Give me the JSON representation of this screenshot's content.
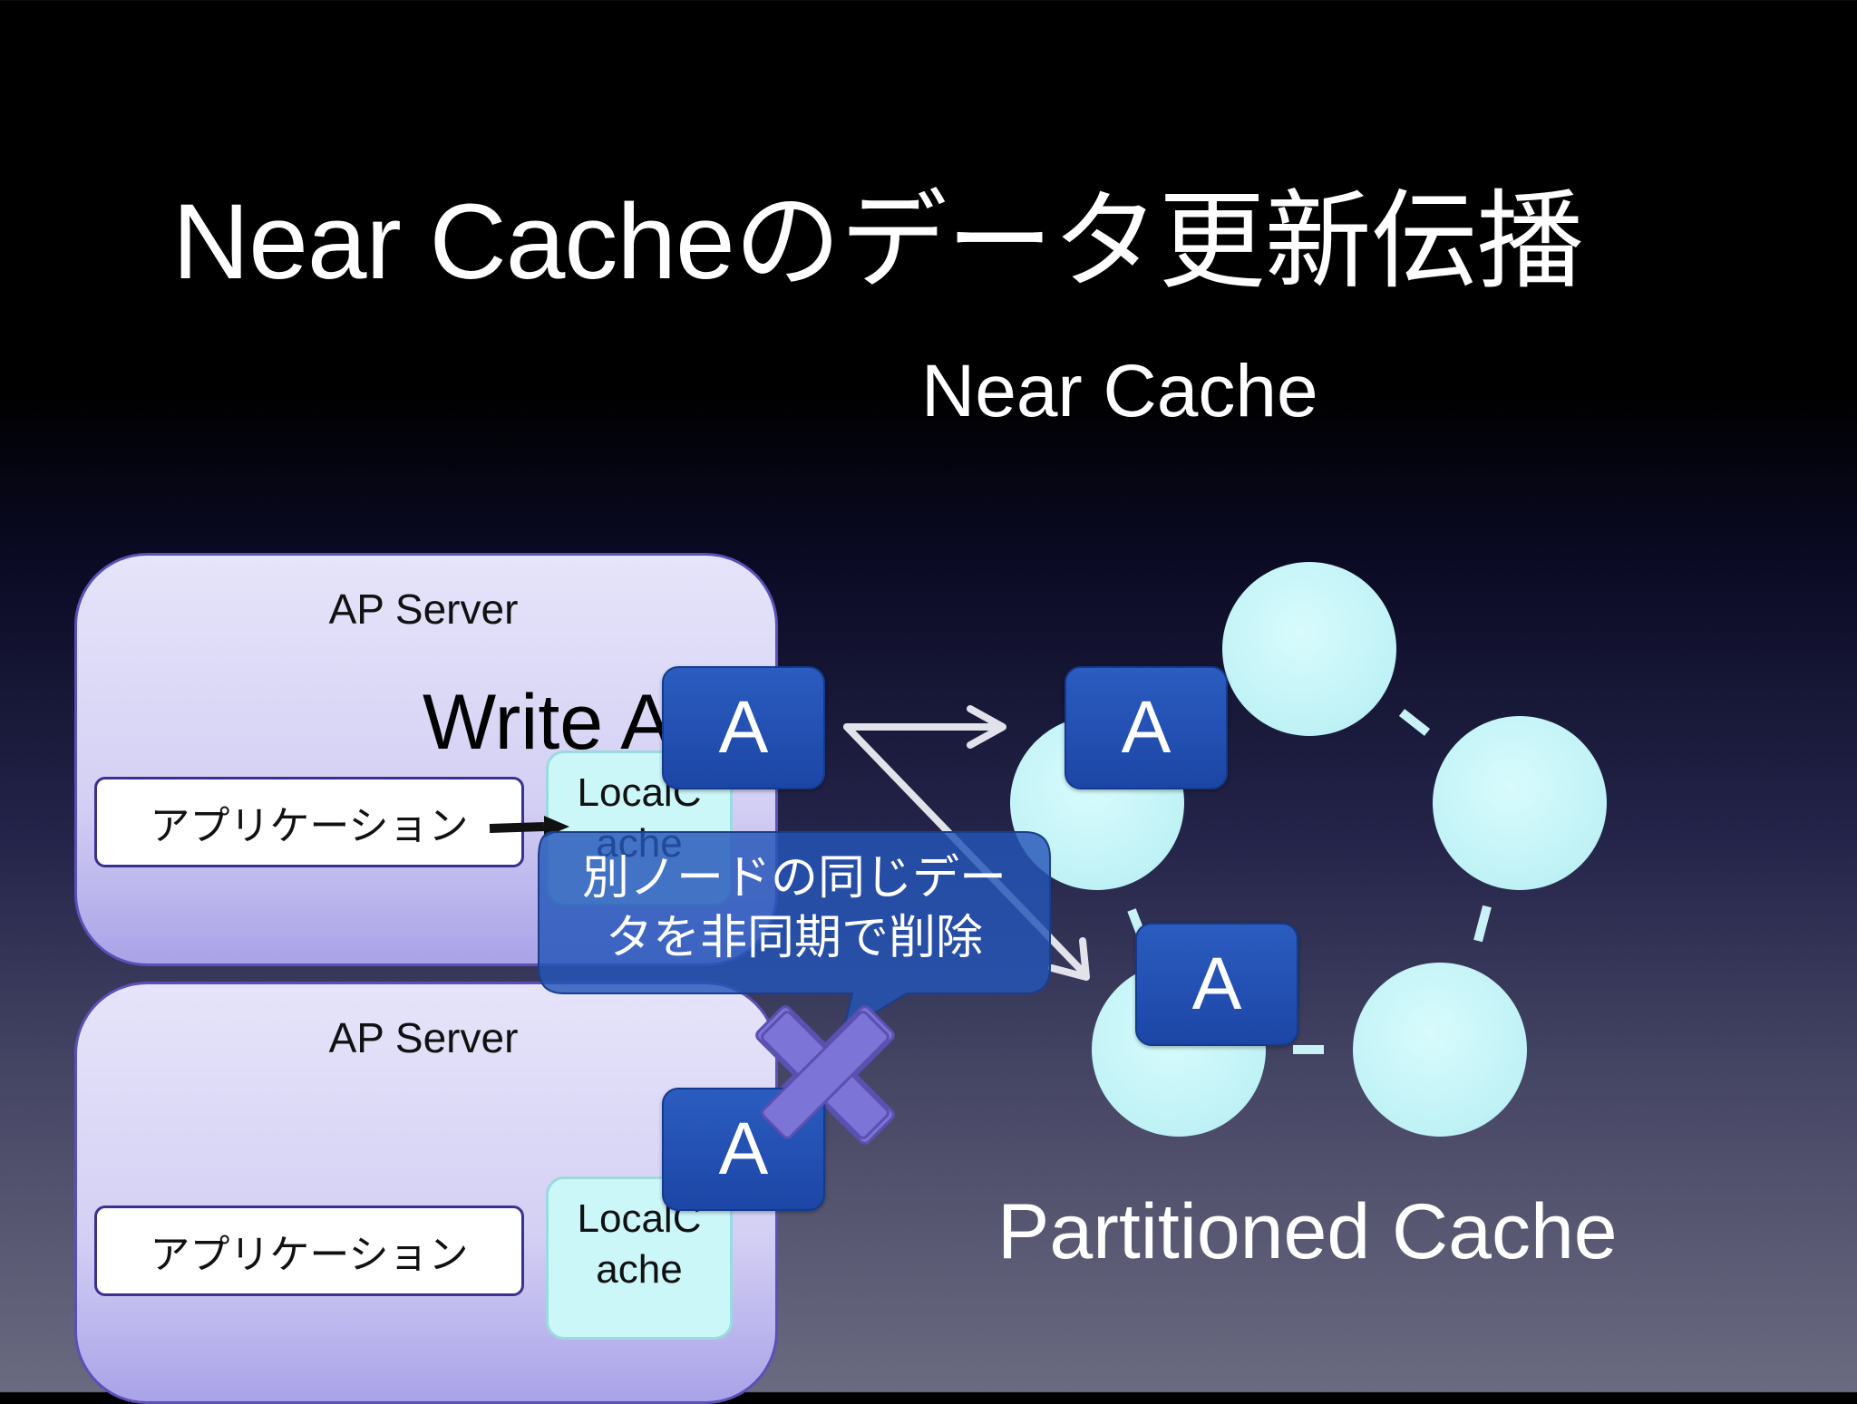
{
  "title": "Near Cacheのデータ更新伝播",
  "subtitle": "Near Cache",
  "partitioned_label": "Partitioned Cache",
  "servers": [
    {
      "label": "AP Server",
      "app": "アプリケーション",
      "cache": "LocalC ache"
    },
    {
      "label": "AP Server",
      "app": "アプリケーション",
      "cache": "LocalC ache"
    }
  ],
  "write_label": "Write A",
  "item_label": "A",
  "callout": [
    "別ノードの同じデー",
    "タを非同期で削除"
  ],
  "colors": {
    "server_fill": "#dcd9f6",
    "local_cache": "#ccf7f9",
    "node": "#c4f4f7",
    "item_box": "#2150b4",
    "callout": "#1f4fae",
    "x_mark": "#7a70d6"
  }
}
